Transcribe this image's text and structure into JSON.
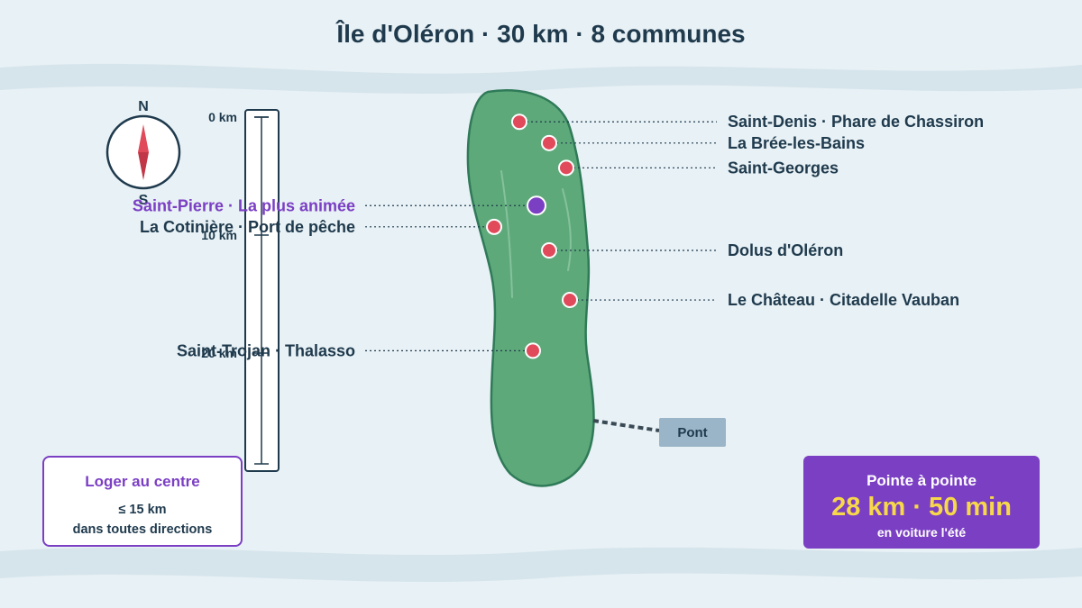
{
  "title": "Île d'Oléron · 30 km · 8 communes",
  "compass": {
    "north": "N",
    "south": "S"
  },
  "scale": {
    "ticks": [
      {
        "km": 0,
        "label": "0 km"
      },
      {
        "km": 10,
        "label": "10 km"
      },
      {
        "km": 20,
        "label": "20 km"
      }
    ],
    "max_km": 30
  },
  "places": [
    {
      "id": "saint-denis",
      "label": "Saint-Denis · Phare de Chassiron",
      "side": "right",
      "km": 0.4,
      "highlight": false
    },
    {
      "id": "la-bree",
      "label": "La Brée-les-Bains",
      "side": "right",
      "km": 2.2,
      "highlight": false
    },
    {
      "id": "saint-georges",
      "label": "Saint-Georges",
      "side": "right",
      "km": 4.3,
      "highlight": false
    },
    {
      "id": "saint-pierre",
      "label": "Saint-Pierre · La plus animée",
      "side": "left",
      "km": 7.5,
      "highlight": true
    },
    {
      "id": "la-cotiniere",
      "label": "La Cotinière · Port de pêche",
      "side": "left",
      "km": 9.3,
      "highlight": false
    },
    {
      "id": "dolus",
      "label": "Dolus d'Oléron",
      "side": "right",
      "km": 11.3,
      "highlight": false
    },
    {
      "id": "le-chateau",
      "label": "Le Château · Citadelle Vauban",
      "side": "right",
      "km": 15.5,
      "highlight": false
    },
    {
      "id": "saint-trojan",
      "label": "Saint-Trojan · Thalasso",
      "side": "left",
      "km": 19.8,
      "highlight": false
    }
  ],
  "bridge": {
    "label": "Pont"
  },
  "center_box": {
    "heading": "Loger au centre",
    "line1": "≤ 15 km",
    "line2": "dans toutes directions"
  },
  "distance_box": {
    "heading": "Pointe à pointe",
    "value": "28 km · 50 min",
    "note": "en voiture l'été"
  },
  "colors": {
    "background": "#e8f1f5",
    "waves": "#d6e5ec",
    "island_fill": "#5ea97a",
    "island_stroke": "#2f7a58",
    "marker": "#e04a5a",
    "highlight": "#7b3fc4",
    "bridge_box": "#9ab5c7",
    "text": "#1f3a4d",
    "accent_value": "#f7d84a"
  }
}
